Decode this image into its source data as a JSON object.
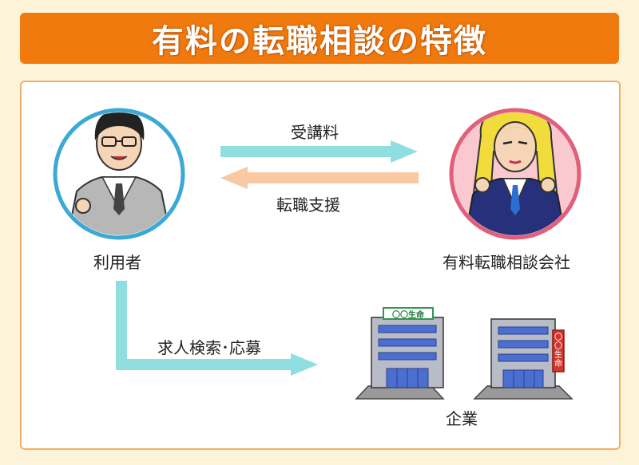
{
  "title": "有料の転職相談の特徴",
  "nodes": {
    "user": "利用者",
    "agency": "有料転職相談会社",
    "company": "企業"
  },
  "flows": {
    "fee": "受講料",
    "support": "転職支援",
    "search": "求人検索･応募"
  },
  "building_signs": {
    "left": "〇〇生命",
    "right": "〇〇生命"
  },
  "colors": {
    "banner": "#f07a0e",
    "background": "#fdf3d8",
    "arrow_teal": "#8fdfe0",
    "arrow_peach": "#f8c9a2",
    "user_ring": "#3aa9d6",
    "agency_ring": "#e0607a"
  }
}
